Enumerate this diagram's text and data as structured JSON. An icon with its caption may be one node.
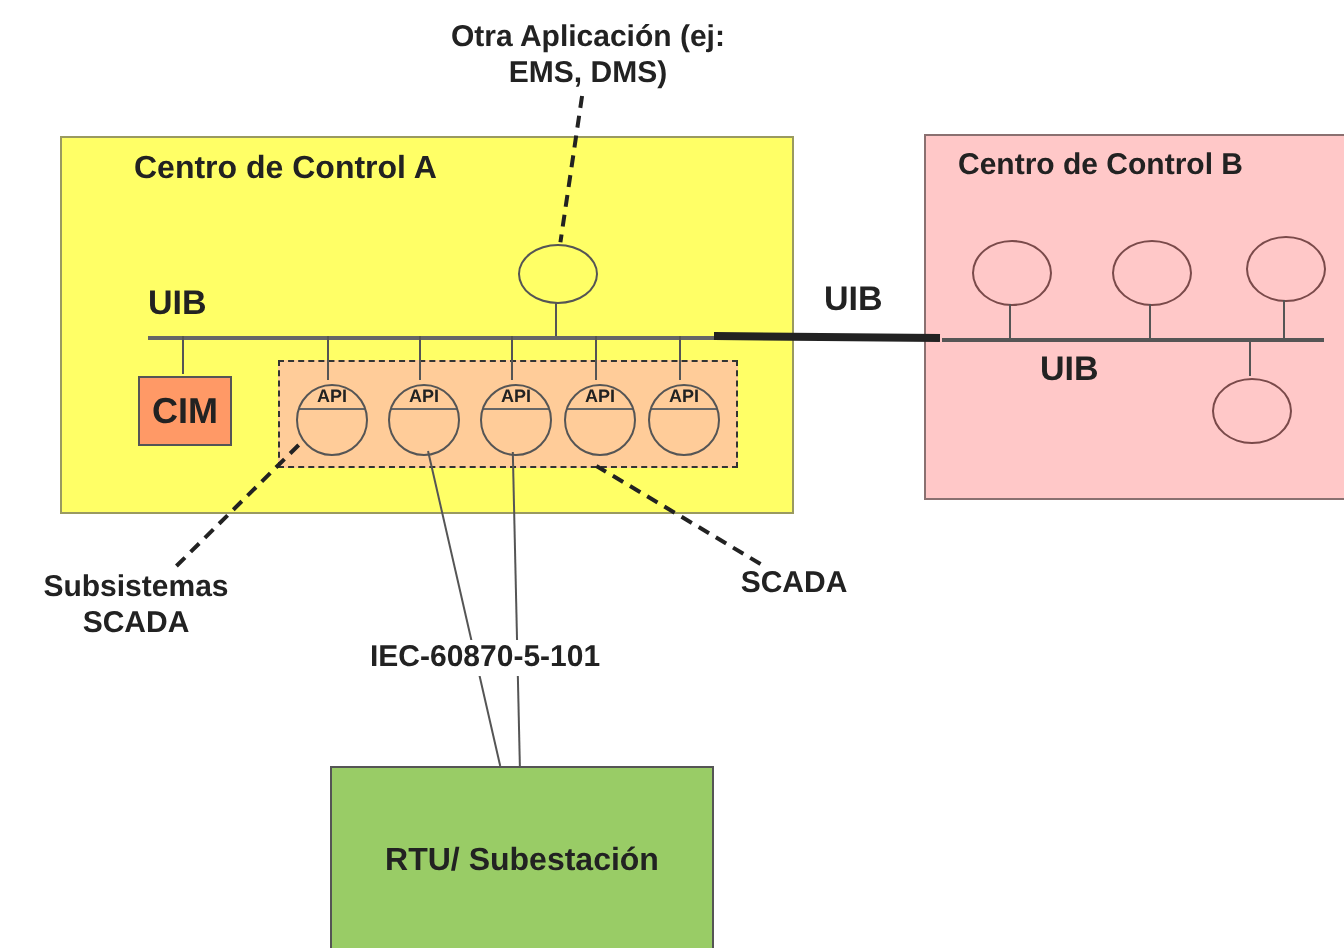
{
  "diagram": {
    "nodes": [
      {
        "text": [
          "Otra Aplicación (ej: EMS, DMS)"
        ]
      },
      {
        "text": [
          "Centro de Control A"
        ]
      },
      {
        "text": [],
        "shape": "circle",
        "in": 1
      },
      {
        "text": [],
        "shape": "bar",
        "in": 1,
        "beside": [
          "UIB"
        ]
      },
      {
        "text": [
          "CIM"
        ],
        "in": 1
      },
      {
        "text": [],
        "shape": "box",
        "in": 1
      },
      {
        "text": [
          "API"
        ],
        "in": 5
      },
      {
        "text": [
          "API"
        ],
        "in": 5
      },
      {
        "text": [
          "API"
        ],
        "in": 5
      },
      {
        "text": [
          "API"
        ],
        "in": 5
      },
      {
        "text": [
          "API"
        ],
        "in": 5
      },
      {
        "text": [
          "Centro de Control B"
        ]
      },
      {
        "text": [],
        "shape": "circle",
        "in": 11
      },
      {
        "text": [],
        "shape": "circle",
        "in": 11
      },
      {
        "text": [],
        "shape": "circle",
        "in": 11
      },
      {
        "text": [],
        "shape": "bar",
        "in": 11,
        "beside": [
          "UIB"
        ]
      },
      {
        "text": [],
        "shape": "circle",
        "in": 11
      },
      {
        "text": [
          "Subsistemas SCADA"
        ]
      },
      {
        "text": [
          "SCADA"
        ]
      },
      {
        "text": [
          "RTU/ Subestación"
        ]
      }
    ],
    "edges": [
      {
        "from": 0,
        "to": 2,
        "arrow": "none",
        "style": "dashed"
      },
      {
        "from": 2,
        "to": 3,
        "arrow": "none"
      },
      {
        "from": 4,
        "to": 3,
        "arrow": "none"
      },
      {
        "from": 6,
        "to": 3,
        "arrow": "none"
      },
      {
        "from": 7,
        "to": 3,
        "arrow": "none"
      },
      {
        "from": 8,
        "to": 3,
        "arrow": "none"
      },
      {
        "from": 9,
        "to": 3,
        "arrow": "none"
      },
      {
        "from": 10,
        "to": 3,
        "arrow": "none"
      },
      {
        "from": 3,
        "to": 15,
        "arrow": "none",
        "style": "thick",
        "label": "UIB"
      },
      {
        "from": 12,
        "to": 15,
        "arrow": "none"
      },
      {
        "from": 13,
        "to": 15,
        "arrow": "none"
      },
      {
        "from": 14,
        "to": 15,
        "arrow": "none"
      },
      {
        "from": 16,
        "to": 15,
        "arrow": "none"
      },
      {
        "from": 17,
        "to": 6,
        "arrow": "none",
        "style": "dashed"
      },
      {
        "from": 18,
        "to": 5,
        "arrow": "none",
        "style": "dashed"
      },
      {
        "from": 7,
        "to": 19,
        "arrow": "none"
      },
      {
        "from": 8,
        "to": 19,
        "arrow": "none",
        "label": "IEC-60870-5-101"
      }
    ]
  }
}
